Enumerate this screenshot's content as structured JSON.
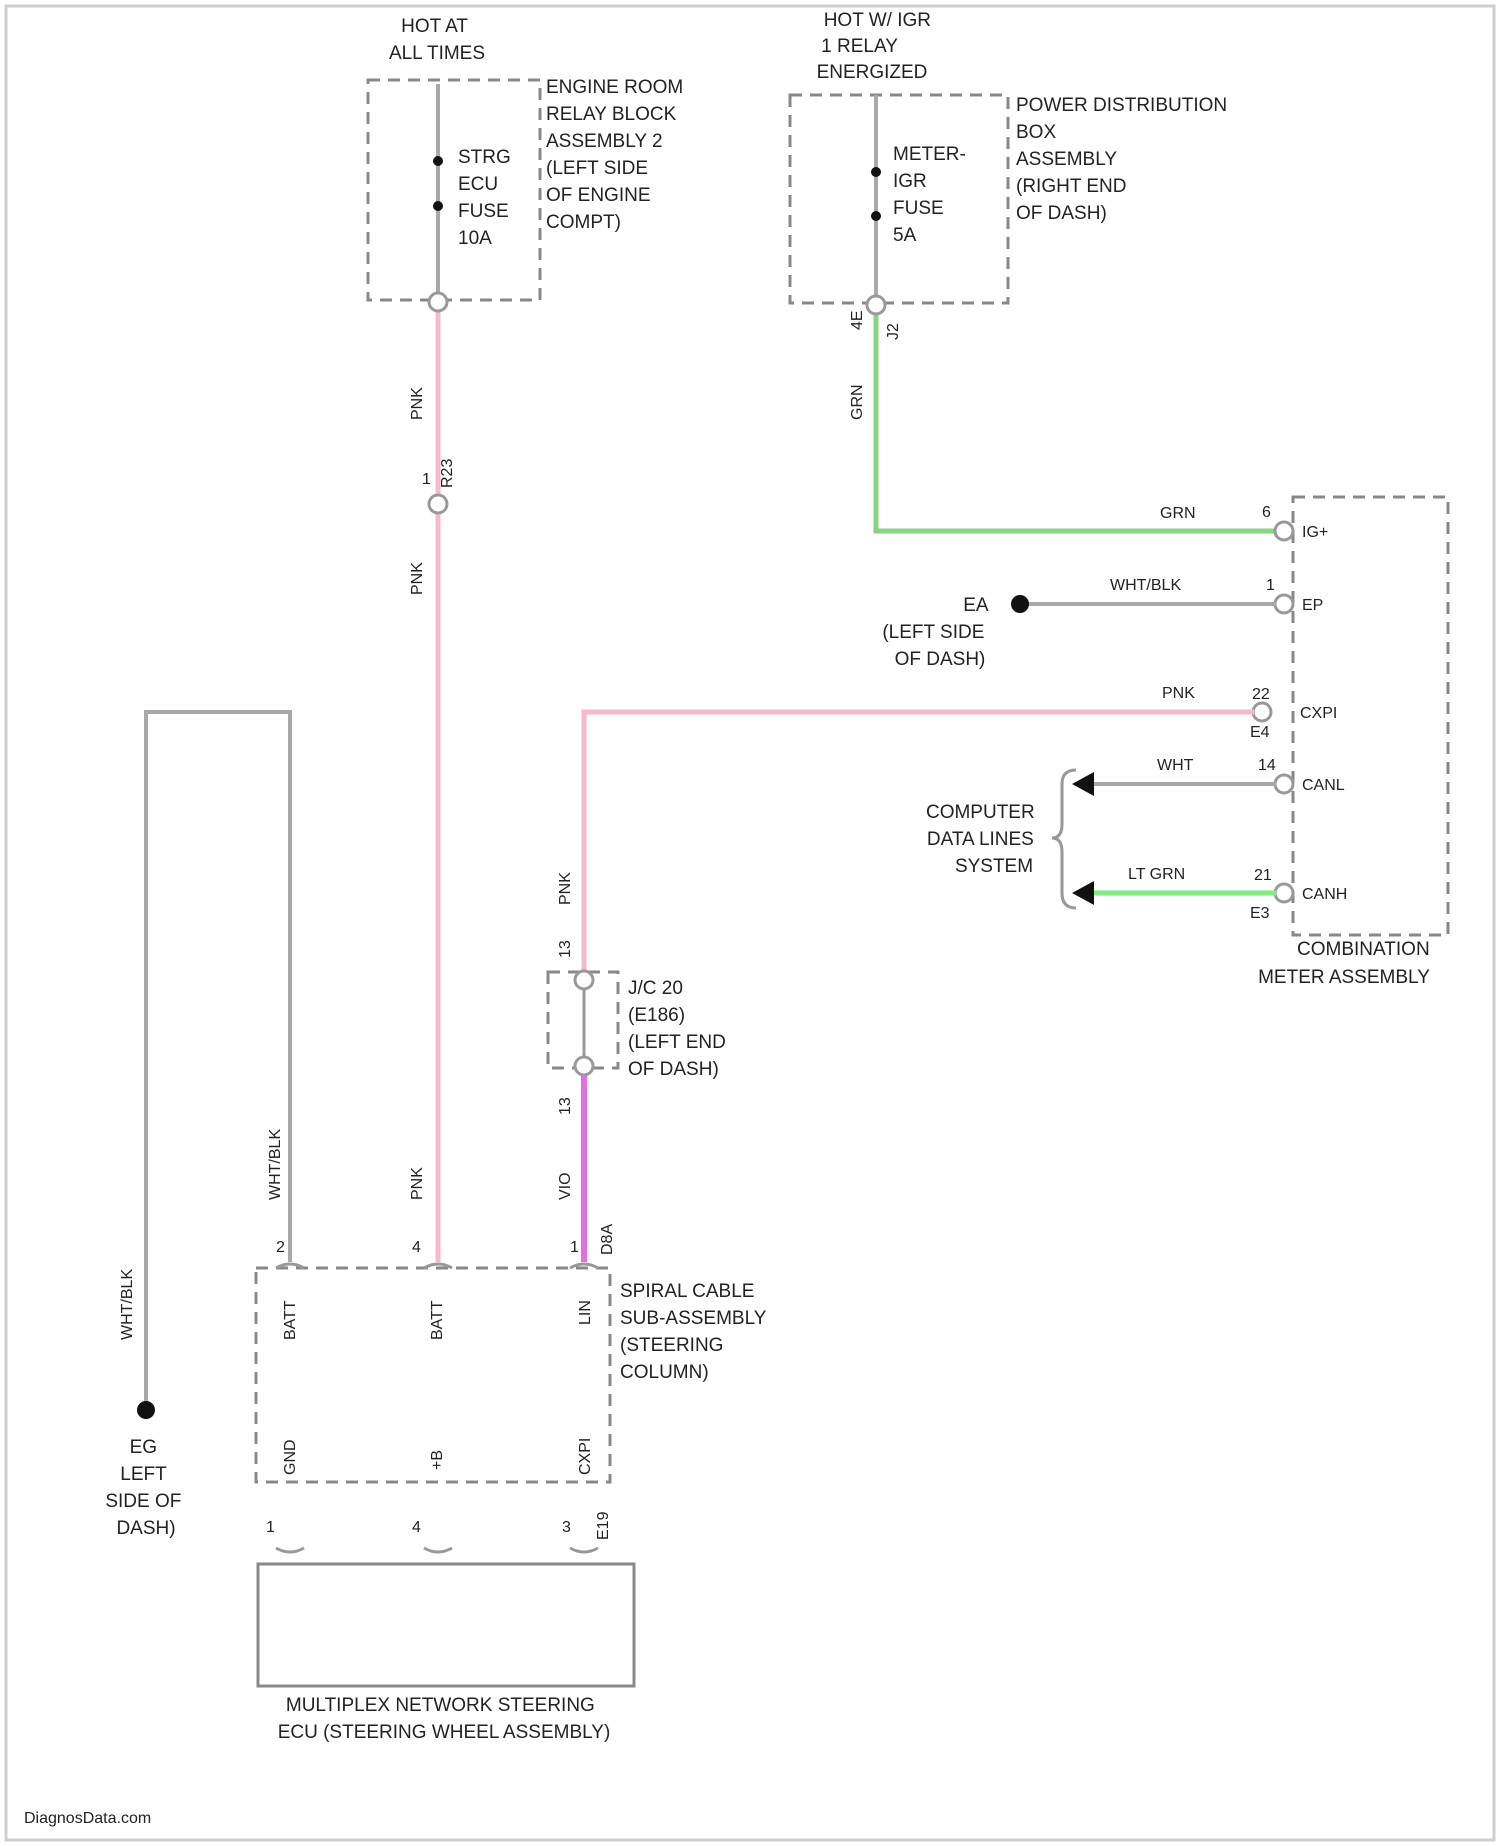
{
  "source": {
    "hot_at_all_times": [
      "HOT AT",
      "ALL TIMES"
    ],
    "hot_w_igr": [
      "HOT W/ IGR",
      "1 RELAY",
      "ENERGIZED"
    ]
  },
  "fuses": {
    "strg_ecu": [
      "STRG",
      "ECU",
      "FUSE",
      "10A"
    ],
    "meter_igr": [
      "METER-",
      "IGR",
      "FUSE",
      "5A"
    ]
  },
  "components": {
    "engine_room_relay_block": [
      "ENGINE ROOM",
      "RELAY BLOCK",
      "ASSEMBLY 2",
      "(LEFT SIDE",
      "OF ENGINE",
      "COMPT)"
    ],
    "power_distribution_box": [
      "POWER DISTRIBUTION",
      "BOX",
      "ASSEMBLY",
      "(RIGHT END",
      "OF DASH)"
    ],
    "combination_meter": [
      "COMBINATION",
      "METER ASSEMBLY"
    ],
    "spiral_cable": [
      "SPIRAL CABLE",
      "SUB-ASSEMBLY",
      "(STEERING",
      "COLUMN)"
    ],
    "junction_connector": [
      "J/C 20",
      "(E186)",
      "(LEFT END",
      "OF DASH)"
    ],
    "multiplex_ecu": [
      "MULTIPLEX NETWORK STEERING",
      "ECU (STEERING WHEEL ASSEMBLY)"
    ],
    "computer_data_lines": [
      "COMPUTER",
      "DATA LINES",
      "SYSTEM"
    ]
  },
  "grounds": {
    "ea": [
      "EA",
      "(LEFT SIDE",
      "OF DASH)"
    ],
    "eg": [
      "EG",
      "LEFT",
      "SIDE OF",
      "DASH)"
    ]
  },
  "wire_colors": {
    "pnk": "PNK",
    "grn": "GRN",
    "wht_blk": "WHT/BLK",
    "wht": "WHT",
    "lt_grn": "LT GRN",
    "vio": "VIO"
  },
  "meter_pins": [
    {
      "num": "6",
      "name": "IG+"
    },
    {
      "num": "1",
      "name": "EP"
    },
    {
      "num": "22",
      "name": "CXPI",
      "sub": "E4"
    },
    {
      "num": "14",
      "name": "CANL"
    },
    {
      "num": "21",
      "name": "CANH",
      "sub": "E3"
    }
  ],
  "connector_ids": {
    "fuse_meter_bottom_left": "4E",
    "fuse_meter_bottom_right": "J2",
    "pnk_inline_pin": "1",
    "pnk_inline_id": "R23",
    "jc_top_pin": "13",
    "jc_bottom_pin": "13",
    "spiral_pin_batt_wht": "2",
    "spiral_pin_pnk": "4",
    "spiral_pin_vio": "1",
    "spiral_conn_id": "D8A",
    "spiral_bottom_id": "E19"
  },
  "spiral_labels": {
    "top": [
      "BATT",
      "BATT",
      "LIN"
    ],
    "bottom": [
      "GND",
      "+B",
      "CXPI"
    ]
  },
  "ecu_pins": [
    "1",
    "4",
    "3"
  ],
  "colors": {
    "pink": "#f7b9cf",
    "green": "#86d486",
    "lt_green": "#7ef07e",
    "violet": "#e26ee6",
    "gray": "#a9a9a9"
  },
  "watermark": "DiagnosData.com"
}
